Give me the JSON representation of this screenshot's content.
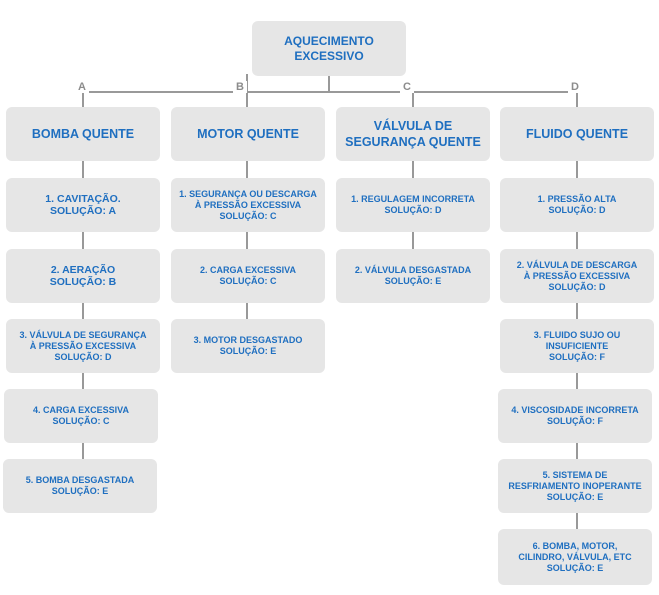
{
  "root": {
    "label": "AQUECIMENTO\nEXCESSIVO"
  },
  "branches": [
    {
      "letter": "A",
      "title": "BOMBA QUENTE",
      "items": [
        "1. CAVITAÇÃO.\nSOLUÇÃO: A",
        "2. AERAÇÃO\nSOLUÇÃO: B",
        "3. VÁLVULA DE SEGURANÇA\nÀ PRESSÃO EXCESSIVA\nSOLUÇÃO: D",
        "4. CARGA EXCESSIVA\nSOLUÇÃO: C",
        "5. BOMBA DESGASTADA\nSOLUÇÃO: E"
      ]
    },
    {
      "letter": "B",
      "title": "MOTOR QUENTE",
      "items": [
        "1. SEGURANÇA OU DESCARGA\nÀ PRESSÃO EXCESSIVA\nSOLUÇÃO: C",
        "2. CARGA EXCESSIVA\nSOLUÇÃO: C",
        "3. MOTOR DESGASTADO\nSOLUÇÃO: E"
      ]
    },
    {
      "letter": "C",
      "title": "VÁLVULA DE\nSEGURANÇA QUENTE",
      "items": [
        "1. REGULAGEM INCORRETA\nSOLUÇÃO: D",
        "2. VÁLVULA DESGASTADA\nSOLUÇÃO: E"
      ]
    },
    {
      "letter": "D",
      "title": "FLUIDO QUENTE",
      "items": [
        "1. PRESSÃO ALTA\nSOLUÇÃO: D",
        "2. VÁLVULA DE DESCARGA\nÀ PRESSÃO EXCESSIVA\nSOLUÇÃO: D",
        "3. FLUIDO SUJO OU\nINSUFICIENTE\nSOLUÇÃO: F",
        "4. VISCOSIDADE INCORRETA\nSOLUÇÃO: F",
        "5. SISTEMA DE\nRESFRIAMENTO INOPERANTE\nSOLUÇÃO: E",
        "6. BOMBA, MOTOR,\nCILINDRO, VÁLVULA, ETC\nSOLUÇÃO: E"
      ]
    }
  ],
  "colors": {
    "text": "#1f6fc0",
    "box": "#e6e6e6",
    "line": "#999999",
    "letter": "#8c8c8c"
  }
}
